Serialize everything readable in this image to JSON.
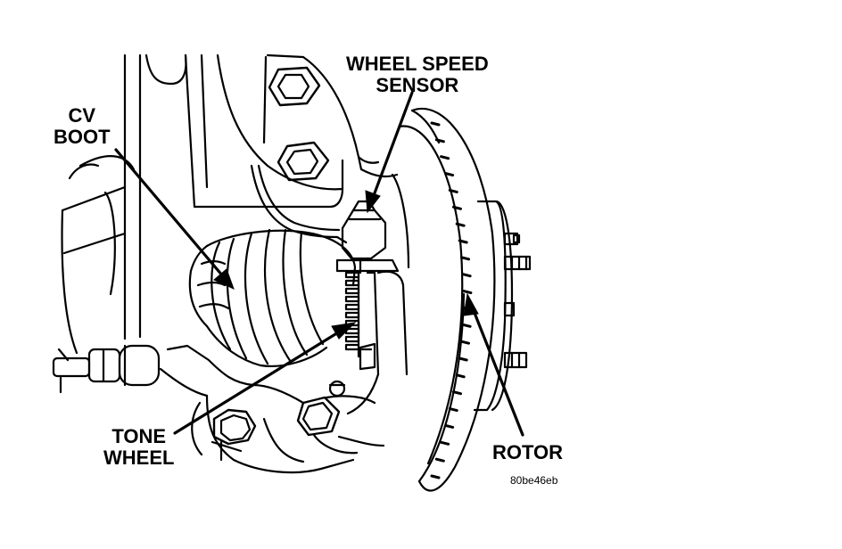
{
  "labels": {
    "wheel_speed_sensor": [
      "WHEEL SPEED",
      "SENSOR"
    ],
    "cv_boot": [
      "CV",
      "BOOT"
    ],
    "tone_wheel": [
      "TONE",
      "WHEEL"
    ],
    "rotor": "ROTOR"
  },
  "figure_code": "80be46eb"
}
